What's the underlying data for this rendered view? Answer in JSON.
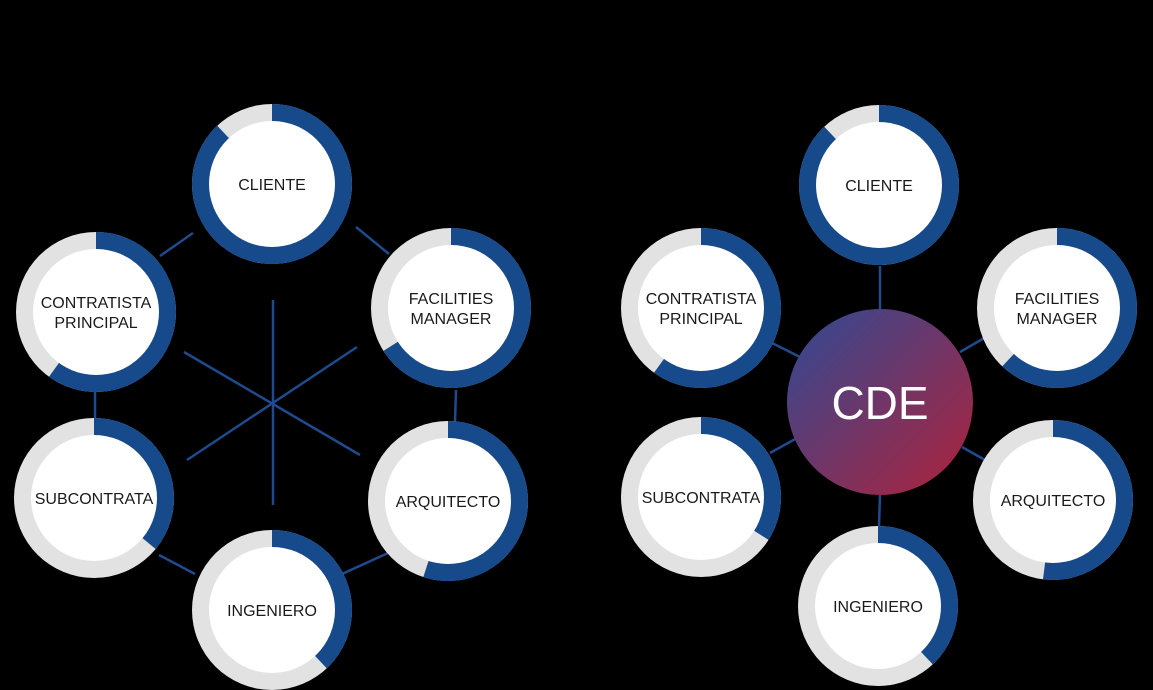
{
  "colors": {
    "background": "#000000",
    "ring_blue": "#174a8b",
    "ring_grey": "#e2e2e2",
    "connector": "#1f4a8e",
    "node_fill": "#ffffff",
    "hub_gradient": [
      "#2e4a95",
      "#b0223a"
    ]
  },
  "left_diagram": {
    "nodes": [
      {
        "id": "cliente",
        "lines": [
          "CLIENTE"
        ],
        "progress": 0.88
      },
      {
        "id": "facilities",
        "lines": [
          "FACILITIES",
          "MANAGER"
        ],
        "progress": 0.66
      },
      {
        "id": "arquitecto",
        "lines": [
          "ARQUITECTO"
        ],
        "progress": 0.55
      },
      {
        "id": "ingeniero",
        "lines": [
          "INGENIERO"
        ],
        "progress": 0.38
      },
      {
        "id": "subcontrata",
        "lines": [
          "SUBCONTRATA"
        ],
        "progress": 0.36
      },
      {
        "id": "contratista",
        "lines": [
          "CONTRATISTA",
          "PRINCIPAL"
        ],
        "progress": 0.6
      }
    ]
  },
  "right_diagram": {
    "hub": {
      "label": "CDE"
    },
    "nodes": [
      {
        "id": "cliente",
        "lines": [
          "CLIENTE"
        ],
        "progress": 0.88
      },
      {
        "id": "facilities",
        "lines": [
          "FACILITIES",
          "MANAGER"
        ],
        "progress": 0.62
      },
      {
        "id": "arquitecto",
        "lines": [
          "ARQUITECTO"
        ],
        "progress": 0.52
      },
      {
        "id": "ingeniero",
        "lines": [
          "INGENIERO"
        ],
        "progress": 0.38
      },
      {
        "id": "subcontrata",
        "lines": [
          "SUBCONTRATA"
        ],
        "progress": 0.34
      },
      {
        "id": "contratista",
        "lines": [
          "CONTRATISTA",
          "PRINCIPAL"
        ],
        "progress": 0.6
      }
    ]
  }
}
